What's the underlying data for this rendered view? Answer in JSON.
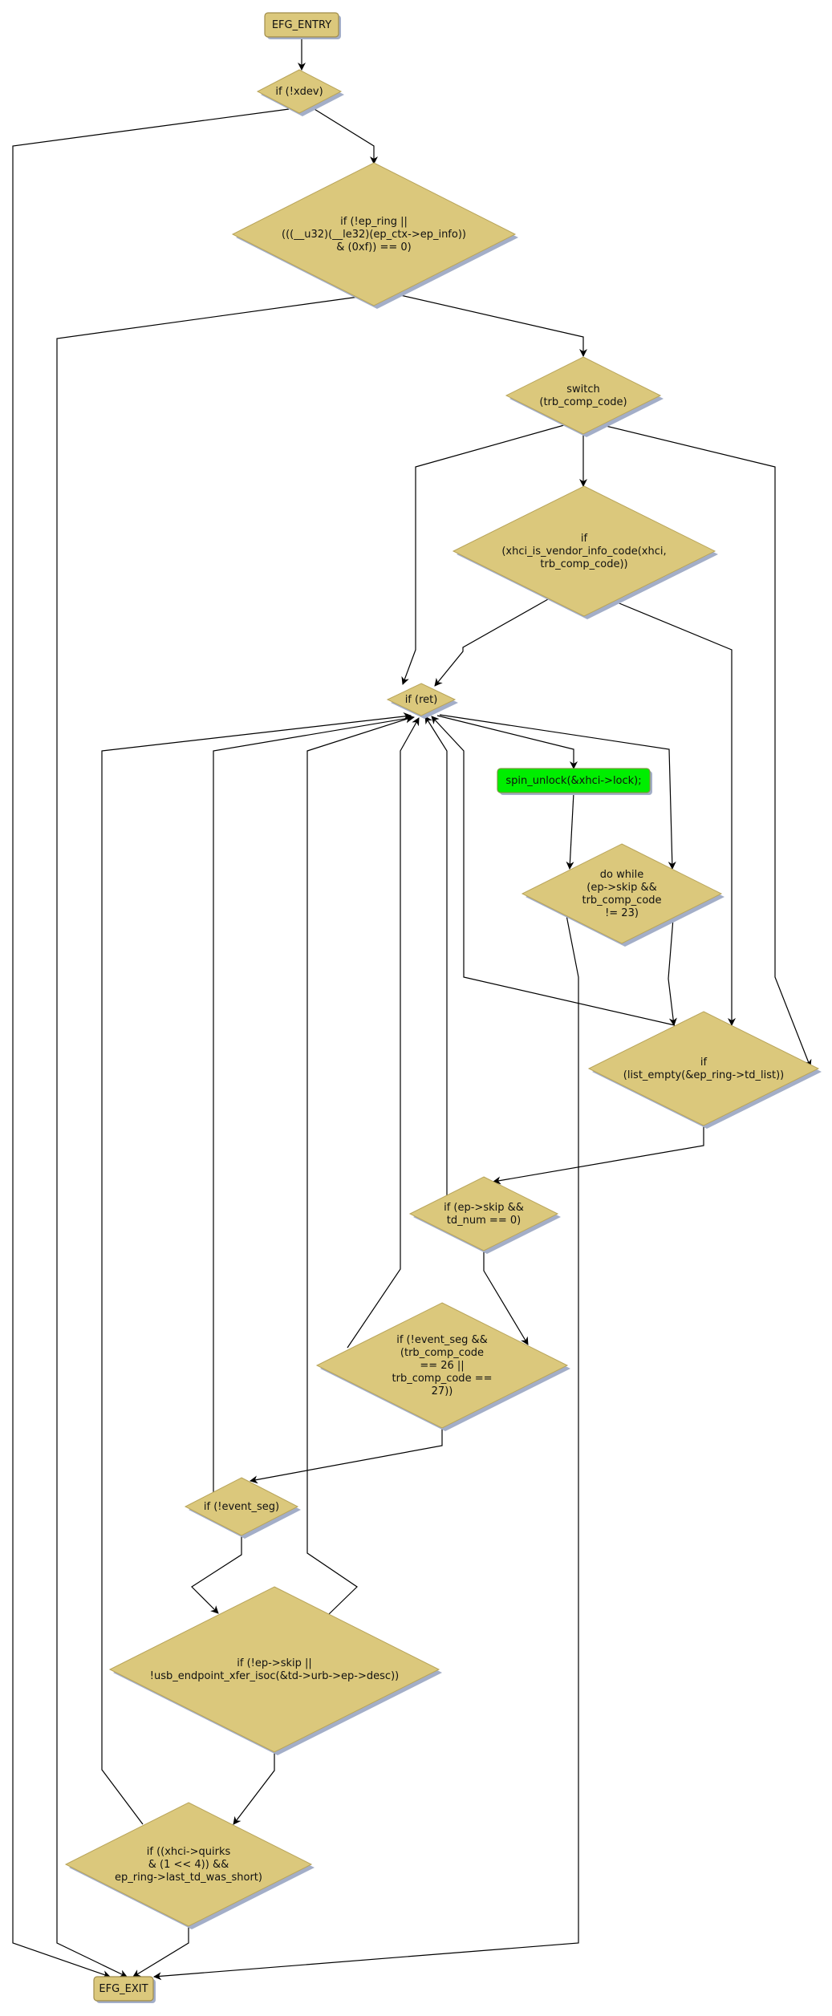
{
  "diagram": {
    "type": "control-flow-graph",
    "colors": {
      "decision_fill": "#dbc87c",
      "terminal_fill": "#dbc87c",
      "statement_fill": "#00ee00",
      "shadow": "#a3aec8",
      "edge": "#000000"
    },
    "nodes": [
      {
        "id": "entry",
        "kind": "terminal",
        "lines": [
          "EFG_ENTRY"
        ]
      },
      {
        "id": "xdev",
        "kind": "decision",
        "lines": [
          "if (!xdev)"
        ]
      },
      {
        "id": "ep_ring",
        "kind": "decision",
        "lines": [
          "if (!ep_ring ||",
          "(((__u32)(__le32)(ep_ctx->ep_info))",
          "& (0xf)) == 0)"
        ]
      },
      {
        "id": "switch",
        "kind": "decision",
        "lines": [
          "switch",
          "(trb_comp_code)"
        ]
      },
      {
        "id": "vendor",
        "kind": "decision",
        "lines": [
          "if",
          "(xhci_is_vendor_info_code(xhci,",
          "trb_comp_code))"
        ]
      },
      {
        "id": "ret",
        "kind": "decision",
        "lines": [
          "if (ret)"
        ]
      },
      {
        "id": "spin",
        "kind": "statement",
        "lines": [
          "spin_unlock(&xhci->lock);"
        ]
      },
      {
        "id": "dowhile",
        "kind": "decision",
        "lines": [
          "do while",
          "(ep->skip &&",
          "trb_comp_code",
          "!= 23)"
        ]
      },
      {
        "id": "list_empty",
        "kind": "decision",
        "lines": [
          "if",
          "(list_empty(&ep_ring->td_list))"
        ]
      },
      {
        "id": "skip_td",
        "kind": "decision",
        "lines": [
          "if (ep->skip &&",
          "td_num == 0)"
        ]
      },
      {
        "id": "event_seg_cc",
        "kind": "decision",
        "lines": [
          "if (!event_seg &&",
          "(trb_comp_code",
          "== 26 ||",
          "trb_comp_code ==",
          "27))"
        ]
      },
      {
        "id": "event_seg",
        "kind": "decision",
        "lines": [
          "if (!event_seg)"
        ]
      },
      {
        "id": "isoc",
        "kind": "decision",
        "lines": [
          "if (!ep->skip ||",
          "!usb_endpoint_xfer_isoc(&td->urb->ep->desc))"
        ]
      },
      {
        "id": "quirks",
        "kind": "decision",
        "lines": [
          "if ((xhci->quirks",
          "& (1 << 4)) &&",
          "ep_ring->last_td_was_short)"
        ]
      },
      {
        "id": "exit",
        "kind": "terminal",
        "lines": [
          "EFG_EXIT"
        ]
      }
    ],
    "edges": [
      {
        "from": "entry",
        "to": "xdev"
      },
      {
        "from": "xdev",
        "to": "exit"
      },
      {
        "from": "xdev",
        "to": "ep_ring"
      },
      {
        "from": "ep_ring",
        "to": "exit"
      },
      {
        "from": "ep_ring",
        "to": "switch"
      },
      {
        "from": "switch",
        "to": "ret"
      },
      {
        "from": "switch",
        "to": "vendor"
      },
      {
        "from": "switch",
        "to": "list_empty"
      },
      {
        "from": "vendor",
        "to": "ret"
      },
      {
        "from": "vendor",
        "to": "list_empty"
      },
      {
        "from": "ret",
        "to": "spin"
      },
      {
        "from": "ret",
        "to": "dowhile"
      },
      {
        "from": "spin",
        "to": "dowhile"
      },
      {
        "from": "dowhile",
        "to": "list_empty"
      },
      {
        "from": "dowhile",
        "to": "exit"
      },
      {
        "from": "list_empty",
        "to": "ret"
      },
      {
        "from": "list_empty",
        "to": "skip_td"
      },
      {
        "from": "skip_td",
        "to": "ret"
      },
      {
        "from": "skip_td",
        "to": "event_seg_cc"
      },
      {
        "from": "event_seg_cc",
        "to": "ret"
      },
      {
        "from": "event_seg_cc",
        "to": "event_seg"
      },
      {
        "from": "event_seg",
        "to": "ret"
      },
      {
        "from": "event_seg",
        "to": "isoc"
      },
      {
        "from": "isoc",
        "to": "ret"
      },
      {
        "from": "isoc",
        "to": "quirks"
      },
      {
        "from": "quirks",
        "to": "ret"
      },
      {
        "from": "quirks",
        "to": "exit"
      }
    ]
  }
}
